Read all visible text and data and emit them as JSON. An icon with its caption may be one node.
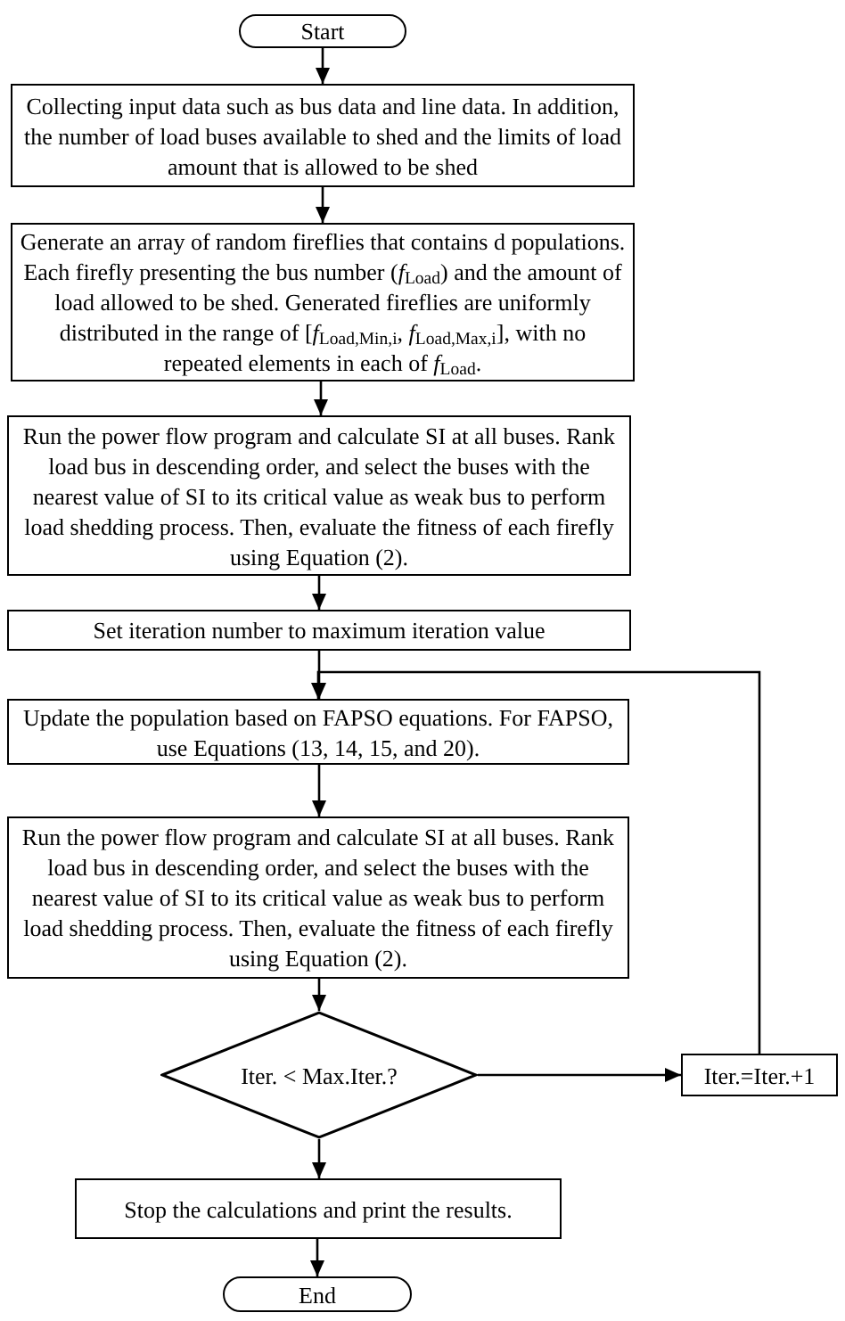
{
  "diagram": {
    "nodes": [
      {
        "text": [
          "Start"
        ]
      },
      {
        "text": [
          "Collecting input data such as bus data and line data. In addition, the number of load buses available to shed and the limits of load amount that is allowed to be shed"
        ]
      },
      {
        "text": [
          "Generate an array of random fireflies that contains d populations. Each firefly presenting the bus number (*f*$_{Load}$) and the amount of load allowed to be shed. Generated fireflies are uniformly distributed in the range of [*f*$_{Load,Min,i}$, *f*$_{Load,Max,i}$], with no repeated elements in each of *f*$_{Load}$."
        ]
      },
      {
        "text": [
          "Run the power flow program and calculate SI at all buses. Rank load bus in descending order, and select the buses with the nearest value of SI to its critical value as weak bus to perform load shedding process. Then, evaluate the fitness of each firefly using Equation (2)."
        ]
      },
      {
        "text": [
          "Set iteration number to maximum iteration value"
        ]
      },
      {
        "text": [
          "Update the population based on FAPSO equations. For FAPSO, use Equations (13, 14, 15, and 20)."
        ]
      },
      {
        "text": [
          "Run the power flow program and calculate SI at all buses. Rank load bus in descending order, and select the buses with the nearest value of SI to its critical value as weak bus to perform load shedding process. Then, evaluate the fitness of each firefly using Equation (2)."
        ]
      },
      {
        "text": [
          "Iter. < Max.Iter.?"
        ]
      },
      {
        "text": [
          "Iter.=Iter.+1"
        ]
      },
      {
        "text": [
          "Stop the calculations and print the results."
        ]
      },
      {
        "text": [
          "End"
        ]
      }
    ],
    "edges": [
      {
        "from": 0,
        "to": 1,
        "arrow": "to"
      },
      {
        "from": 1,
        "to": 2,
        "arrow": "to"
      },
      {
        "from": 2,
        "to": 3,
        "arrow": "to"
      },
      {
        "from": 3,
        "to": 4,
        "arrow": "to"
      },
      {
        "from": 4,
        "to": 5,
        "arrow": "to"
      },
      {
        "from": 5,
        "to": 6,
        "arrow": "to"
      },
      {
        "from": 6,
        "to": 7,
        "arrow": "to"
      },
      {
        "from": 7,
        "to": 8,
        "arrow": "to"
      },
      {
        "from": 8,
        "to": 5,
        "arrow": "to"
      },
      {
        "from": 7,
        "to": 9,
        "arrow": "to"
      },
      {
        "from": 9,
        "to": 10,
        "arrow": "to"
      }
    ]
  }
}
